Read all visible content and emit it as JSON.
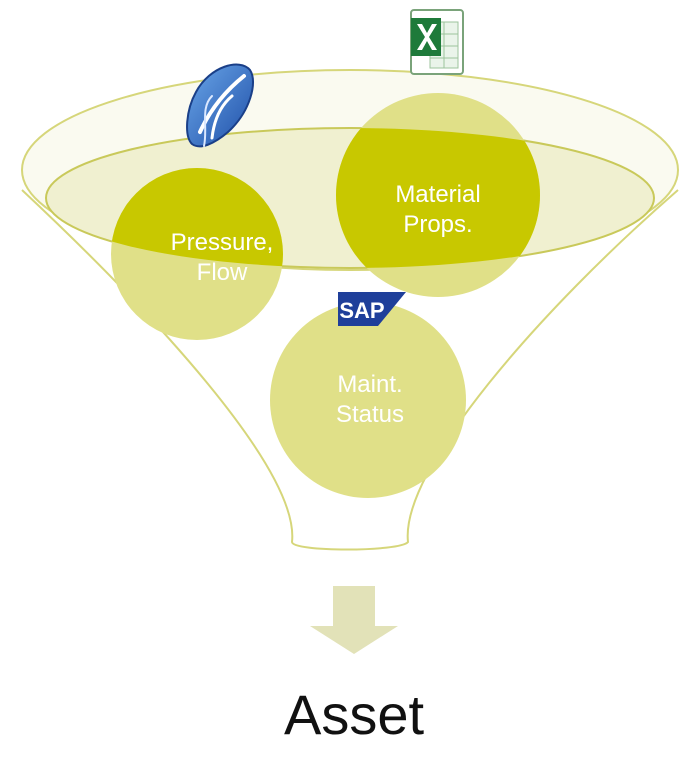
{
  "diagram": {
    "balls": [
      {
        "id": "pressure-flow",
        "lines": [
          "Pressure,",
          "Flow"
        ]
      },
      {
        "id": "material-props",
        "lines": [
          "Material",
          "Props."
        ]
      },
      {
        "id": "maint-status",
        "lines": [
          "Maint.",
          "Status"
        ]
      }
    ],
    "output_label": "Asset",
    "icons": {
      "excel": "excel-logo-icon",
      "pi": "pi-system-logo-icon",
      "sap": "sap-logo-icon"
    },
    "sap_logo_text": "SAP"
  },
  "colors": {
    "funnel_outline": "#d6d67a",
    "funnel_rim_fill": "#f0f0d0",
    "ball_fill": "#c8c800",
    "ball_fill_light": "#e0e088",
    "arrow_fill": "#e2e2b8",
    "text_dark": "#111111"
  }
}
